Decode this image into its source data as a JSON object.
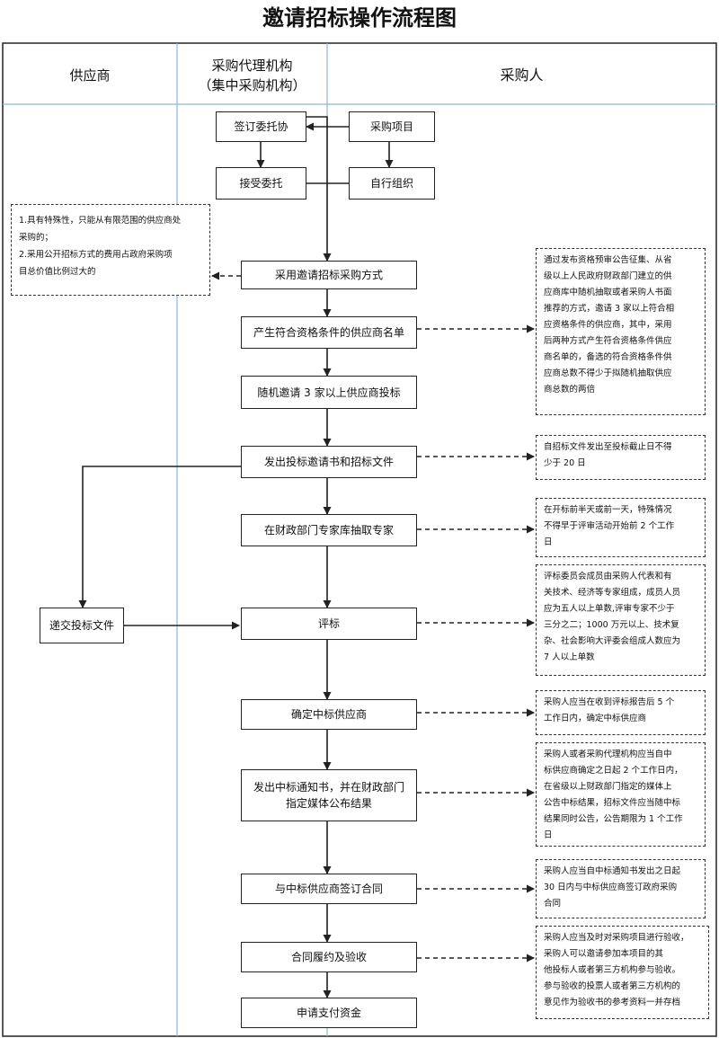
{
  "title": "邀请招标操作流程图",
  "lanes": {
    "supplier": "供应商",
    "agency_line1": "采购代理机构",
    "agency_line2": "（集中采购机构）",
    "purchaser": "采购人"
  },
  "boxes": {
    "sign_entrust": "签订委托协",
    "purchase_project": "采购项目",
    "accept_entrust": "接受委托",
    "self_organize": "自行组织",
    "adopt_invite": "采用邀请招标采购方式",
    "generate_list": "产生符合资格条件的供应商名单",
    "random_invite": "随机邀请 3 家以上供应商投标",
    "issue_docs": "发出投标邀请书和招标文件",
    "extract_experts": "在财政部门专家库抽取专家",
    "submit_bid": "递交投标文件",
    "evaluate": "评标",
    "determine_winner": "确定中标供应商",
    "notice_line1": "发出中标通知书，并在财政部门",
    "notice_line2": "指定媒体公布结果",
    "sign_contract": "与中标供应商签订合同",
    "perform_accept": "合同履约及验收",
    "apply_payment": "申请支付资金"
  },
  "notes": {
    "left_conditions": [
      "1.具有特殊性，只能从有限范围的供应商处",
      "采购的；",
      "2.采用公开招标方式的费用占政府采购项",
      "目总价值比例过大的"
    ],
    "list_method": [
      "通过发布资格预审公告征集、从省",
      "级以上人民政府财政部门建立的供",
      "应商库中随机抽取或者采购人书面",
      "推荐的方式，邀请 3 家以上符合相",
      "应资格条件的供应商，其中，采用",
      "后两种方式产生符合资格条件供应",
      "商名单的，备选的符合资格条件供",
      "应商总数不得少于拟随机抽取供应",
      "商总数的两倍"
    ],
    "deadline": [
      "自招标文件发出至投标截止日不得",
      "少于 20 日"
    ],
    "expert_timing": [
      "在开标前半天或前一天，特殊情况",
      "不得早于评审活动开始前 2 个工作",
      "日"
    ],
    "committee": [
      "评标委员会成员由采购人代表和有",
      "关技术、经济等专家组成，成员人员",
      "应为五人以上单数,评审专家不少于",
      "三分之二；1000 万元以上、技术复",
      "杂、社会影响大评委会组成人数应为",
      "7 人以上单数"
    ],
    "winner_timing": [
      "采购人应当在收到评标报告后 5 个",
      "工作日内，确定中标供应商"
    ],
    "announce": [
      "采购人或者采购代理机构应当自中",
      "标供应商确定之日起 2 个工作日内，",
      "在省级以上财政部门指定的媒体上",
      "公告中标结果，招标文件应当随中标",
      "结果同时公告，公告期限为 1 个工作",
      "日"
    ],
    "contract_timing": [
      "采购人应当自中标通知书发出之日起",
      "30 日内与中标供应商签订政府采购",
      "合同"
    ],
    "acceptance": [
      "采购人应当及时对采购项目进行验收，",
      "采购人可以邀请参加本项目的其",
      "他投标人或者第三方机构参与验收。",
      "参与验收的投票人或者第三方机构的",
      "意见作为验收书的参考资料一并存档"
    ]
  },
  "colors": {
    "lane_divider": "#8db4e2",
    "line": "#222222"
  }
}
